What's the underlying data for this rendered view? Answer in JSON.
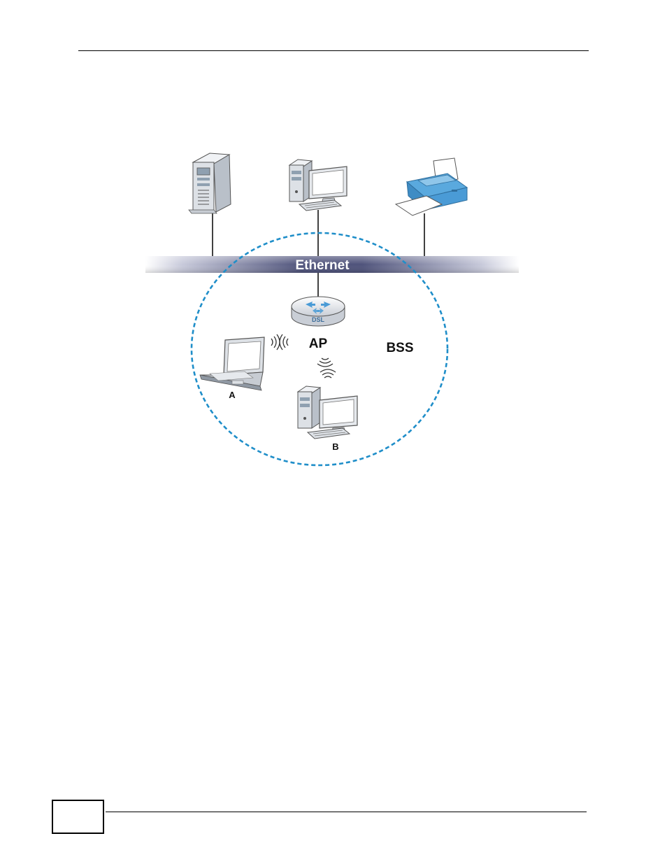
{
  "diagram": {
    "bus_label": "Ethernet",
    "access_point_label": "AP",
    "router_badge": "DSL",
    "bss_label": "BSS",
    "station_a_label": "A",
    "station_b_label": "B"
  },
  "colors": {
    "bus_dark": "#4f537b",
    "bus_light": "#e9eaf1",
    "bss_boundary": "#1f8ec9",
    "device_blue": "#4a9bd6",
    "device_gray": "#d9dde2"
  },
  "icons": {
    "server": "server-tower-icon",
    "desktop": "desktop-computer-icon",
    "printer": "printer-icon",
    "router": "router-icon",
    "laptop": "laptop-icon",
    "wireless": "wireless-signal-icon"
  }
}
